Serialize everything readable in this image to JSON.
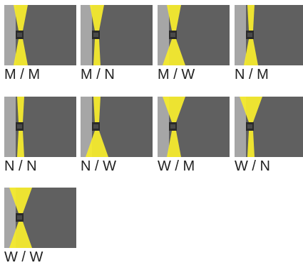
{
  "colors": {
    "wall": "#a6a6a6",
    "background": "#606060",
    "fixture": "#2a2a2a",
    "beam": "#f4ea2e"
  },
  "tiles": [
    {
      "label": "M / M",
      "up": "M",
      "down": "M"
    },
    {
      "label": "M / N",
      "up": "M",
      "down": "N"
    },
    {
      "label": "M / W",
      "up": "M",
      "down": "W"
    },
    {
      "label": "N / M",
      "up": "N",
      "down": "M"
    },
    {
      "label": "N / N",
      "up": "N",
      "down": "N"
    },
    {
      "label": "N / W",
      "up": "N",
      "down": "W"
    },
    {
      "label": "W / M",
      "up": "W",
      "down": "M"
    },
    {
      "label": "W / N",
      "up": "W",
      "down": "N"
    },
    {
      "label": "W / W",
      "up": "W",
      "down": "W"
    }
  ]
}
